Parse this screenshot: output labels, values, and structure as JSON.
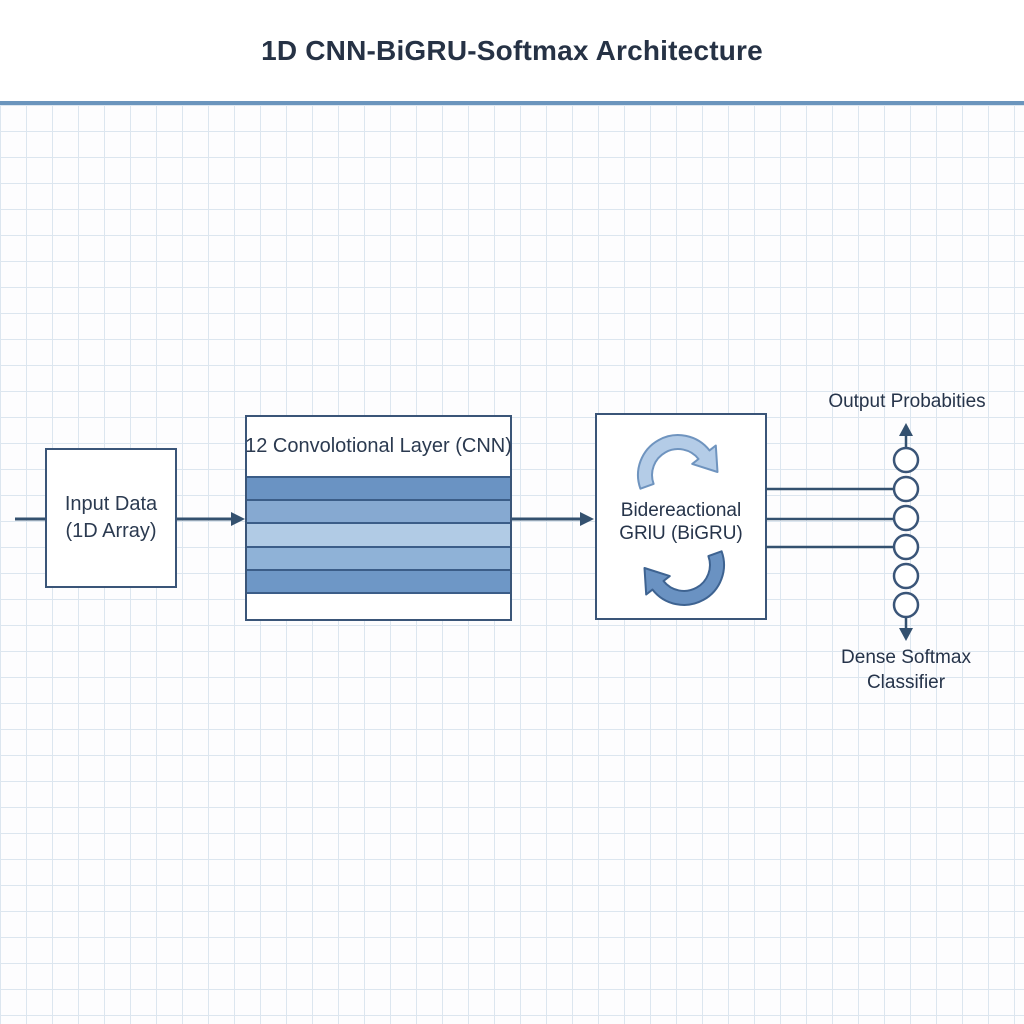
{
  "title": "1D CNN-BiGRU-Softmax Architecture",
  "nodes": {
    "input": {
      "line1": "Input Data",
      "line2": "(1D Array)"
    },
    "cnn": {
      "label": "12 Convolotional Layer (CNN)",
      "stripe_colors": [
        "#6a93c3",
        "#86a9d1",
        "#b1cbe5",
        "#8fb2d7",
        "#6e97c6"
      ]
    },
    "bigru": {
      "line1": "Bidereactional",
      "line2": "GRlU (BiGRU)"
    },
    "output": {
      "top_label": "Output Probabities",
      "bottom_label_line1": "Dense Softmax",
      "bottom_label_line2": "Classifier",
      "circle_count": 6
    }
  },
  "colors": {
    "title_text": "#263245",
    "header_rule": "#6b95bd",
    "box_border": "#3a5578",
    "box_text": "#2b3a50",
    "arrow": "#34516f",
    "stripe_divider": "#3b5d88",
    "cycle_top_fill": "#b4cce7",
    "cycle_top_stroke": "#6f94bf",
    "cycle_bottom_fill": "#6a92c2",
    "cycle_bottom_stroke": "#3e6391",
    "grid_line": "#dce6ef"
  }
}
